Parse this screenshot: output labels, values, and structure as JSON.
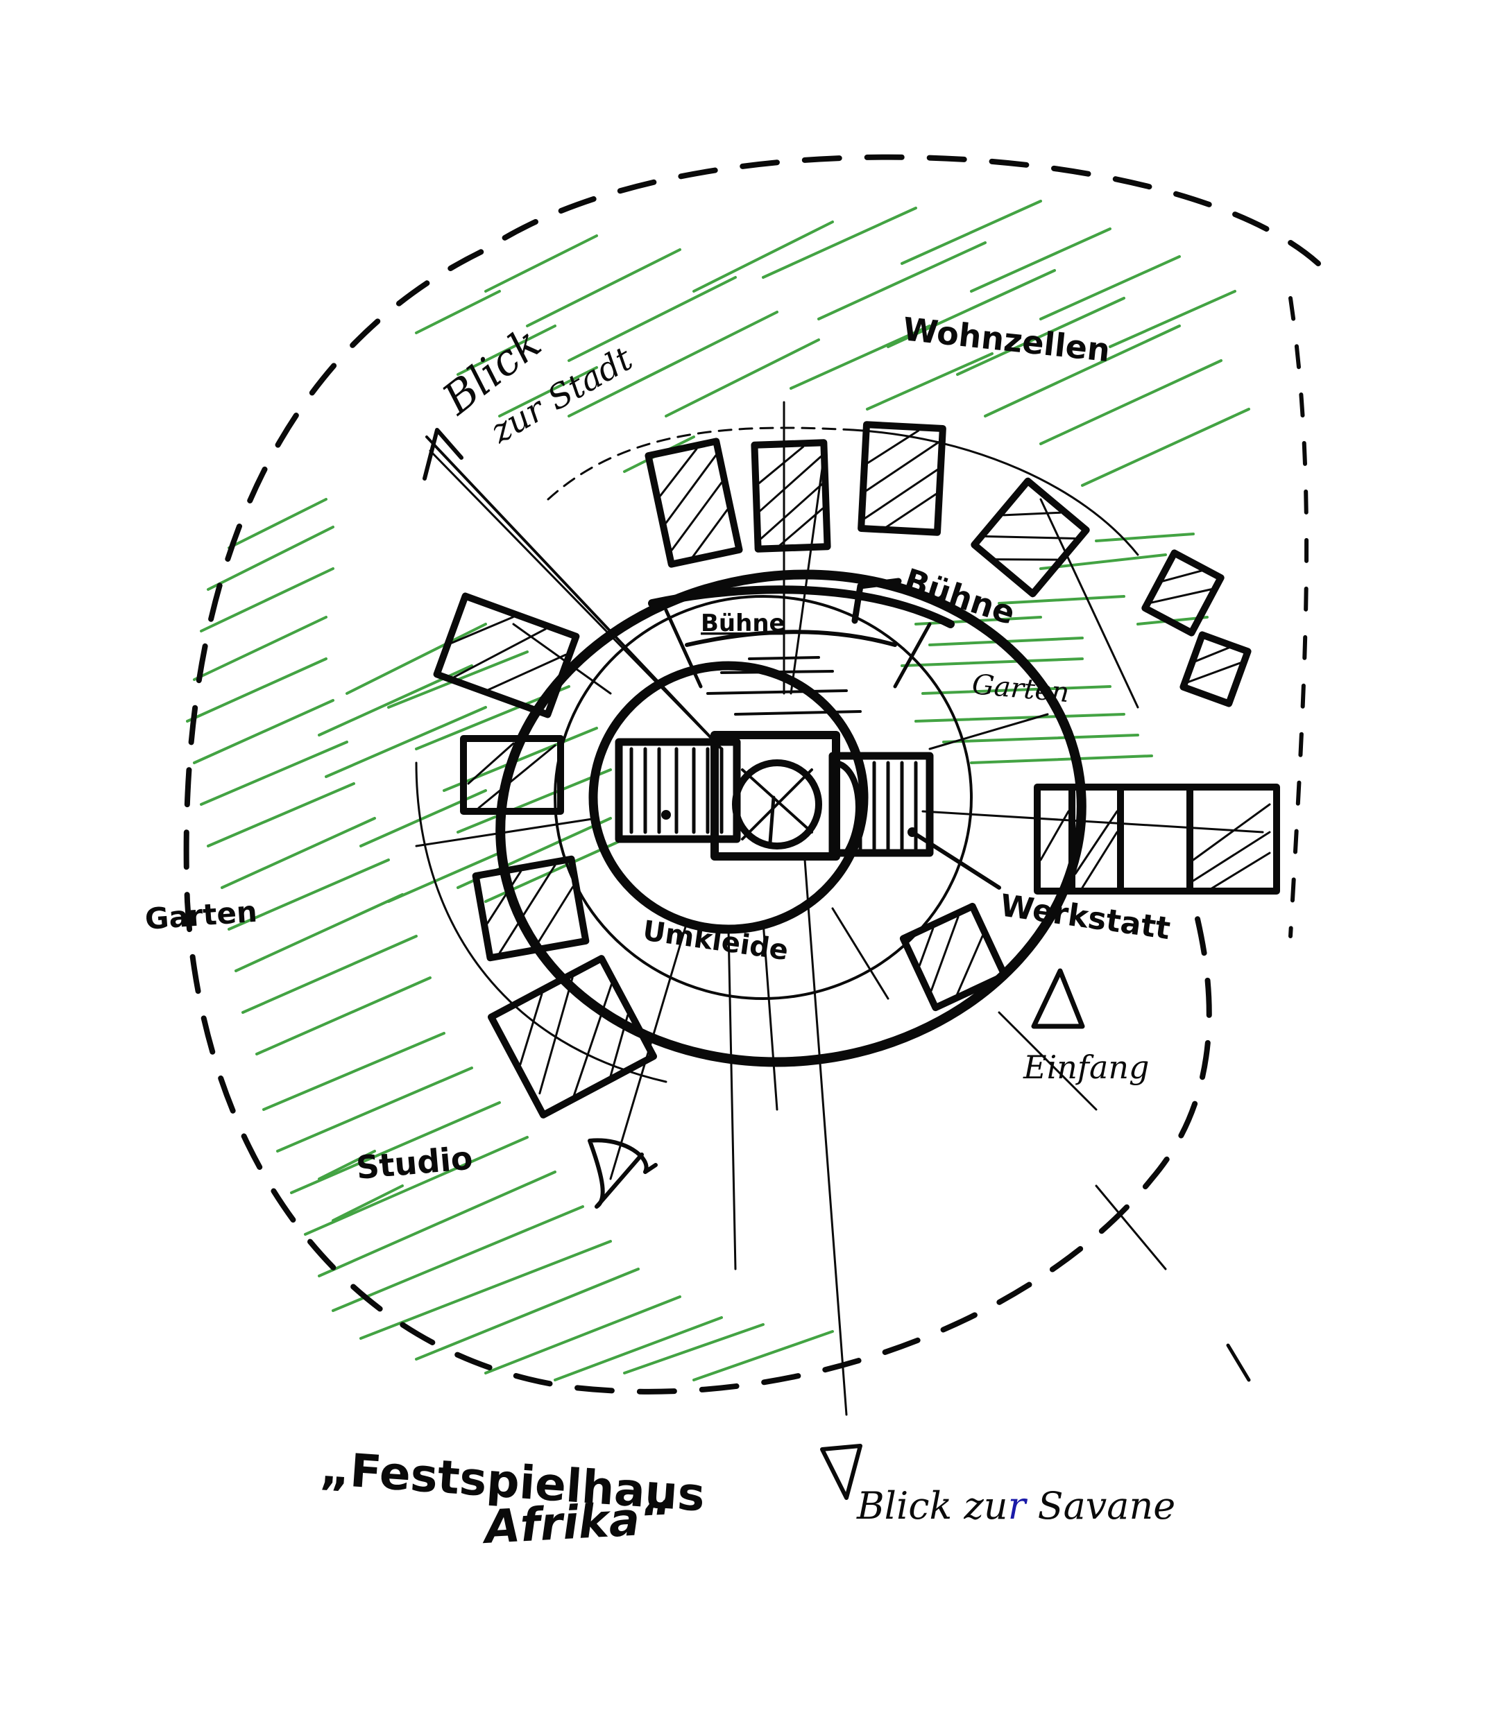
{
  "title": {
    "line1": "„Festspielhaus",
    "line2": "Afrika“"
  },
  "labels": {
    "wohnzellen": "Wohnzellen",
    "blick_stadt_1": "Blick",
    "blick_stadt_2": "zur Stadt",
    "buehne_main": "Bühne",
    "buehne_inner": "Bühne",
    "garten_inner": "Garten",
    "garten_outer": "Garten",
    "werkstatt": "Werkstatt",
    "umkleide": "Umkleide",
    "einfang": "Einfang",
    "studio": "Studio",
    "blick_savane_1": "Blick zu",
    "blick_savane_r": "r",
    "blick_savane_2": " Savane"
  },
  "colors": {
    "ink": "#0a0a0a",
    "hatch_green": "#2f9a2f",
    "accent_blue": "#1a1aa8",
    "paper": "#ffffff"
  },
  "icons": {
    "view_arrow_stadt": "arrowhead-triangle",
    "view_arrow_savane": "arrowhead-triangle",
    "entrance_marker": "triangle-marker",
    "secondary_view_marker": "arrowhead-triangle"
  }
}
